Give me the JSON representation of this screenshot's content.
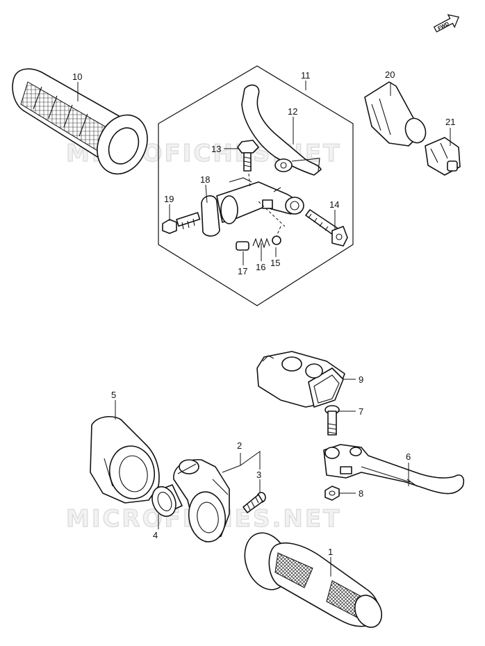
{
  "watermark": {
    "upper_text": "MICROFICHES.NET",
    "lower_text": "MICROFICHES.NET"
  },
  "direction_badge": {
    "label": "FWD"
  },
  "callouts": [
    {
      "id": "p1",
      "label": "1"
    },
    {
      "id": "p2",
      "label": "2"
    },
    {
      "id": "p3",
      "label": "3"
    },
    {
      "id": "p4",
      "label": "4"
    },
    {
      "id": "p5",
      "label": "5"
    },
    {
      "id": "p6",
      "label": "6"
    },
    {
      "id": "p7",
      "label": "7"
    },
    {
      "id": "p8",
      "label": "8"
    },
    {
      "id": "p9",
      "label": "9"
    },
    {
      "id": "p10",
      "label": "10"
    },
    {
      "id": "p11",
      "label": "11"
    },
    {
      "id": "p12",
      "label": "12"
    },
    {
      "id": "p13",
      "label": "13"
    },
    {
      "id": "p14",
      "label": "14"
    },
    {
      "id": "p15",
      "label": "15"
    },
    {
      "id": "p16",
      "label": "16"
    },
    {
      "id": "p17",
      "label": "17"
    },
    {
      "id": "p18",
      "label": "18"
    },
    {
      "id": "p19",
      "label": "19"
    },
    {
      "id": "p20",
      "label": "20"
    },
    {
      "id": "p21",
      "label": "21"
    }
  ]
}
